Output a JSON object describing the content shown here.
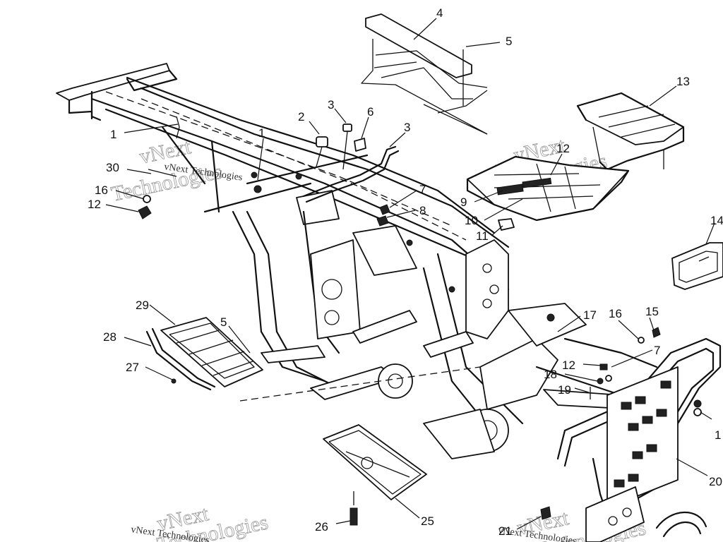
{
  "watermark": {
    "brand_line": "vNext",
    "name_line": "Technologies",
    "full": "vNext Technologies"
  },
  "callouts": [
    {
      "id": "c4",
      "label": "4"
    },
    {
      "id": "c5a",
      "label": "5"
    },
    {
      "id": "c13",
      "label": "13"
    },
    {
      "id": "c12a",
      "label": "12"
    },
    {
      "id": "c2",
      "label": "2"
    },
    {
      "id": "c3a",
      "label": "3"
    },
    {
      "id": "c1a",
      "label": "1"
    },
    {
      "id": "c6",
      "label": "6"
    },
    {
      "id": "c3b",
      "label": "3"
    },
    {
      "id": "c1b",
      "label": "1"
    },
    {
      "id": "c30",
      "label": "30"
    },
    {
      "id": "c16a",
      "label": "16"
    },
    {
      "id": "c12b",
      "label": "12"
    },
    {
      "id": "c7a",
      "label": "7"
    },
    {
      "id": "c8",
      "label": "8"
    },
    {
      "id": "c9",
      "label": "9"
    },
    {
      "id": "c10",
      "label": "10"
    },
    {
      "id": "c11",
      "label": "11"
    },
    {
      "id": "c14",
      "label": "14"
    },
    {
      "id": "c29",
      "label": "29"
    },
    {
      "id": "c5b",
      "label": "5"
    },
    {
      "id": "c28",
      "label": "28"
    },
    {
      "id": "c27",
      "label": "27"
    },
    {
      "id": "c17",
      "label": "17"
    },
    {
      "id": "c16b",
      "label": "16"
    },
    {
      "id": "c15",
      "label": "15"
    },
    {
      "id": "c7b",
      "label": "7"
    },
    {
      "id": "c12c",
      "label": "12"
    },
    {
      "id": "c18",
      "label": "18"
    },
    {
      "id": "c19",
      "label": "19"
    },
    {
      "id": "c1c",
      "label": "1"
    },
    {
      "id": "c20",
      "label": "20"
    },
    {
      "id": "c26",
      "label": "26"
    },
    {
      "id": "c25",
      "label": "25"
    },
    {
      "id": "c21",
      "label": "21"
    }
  ]
}
